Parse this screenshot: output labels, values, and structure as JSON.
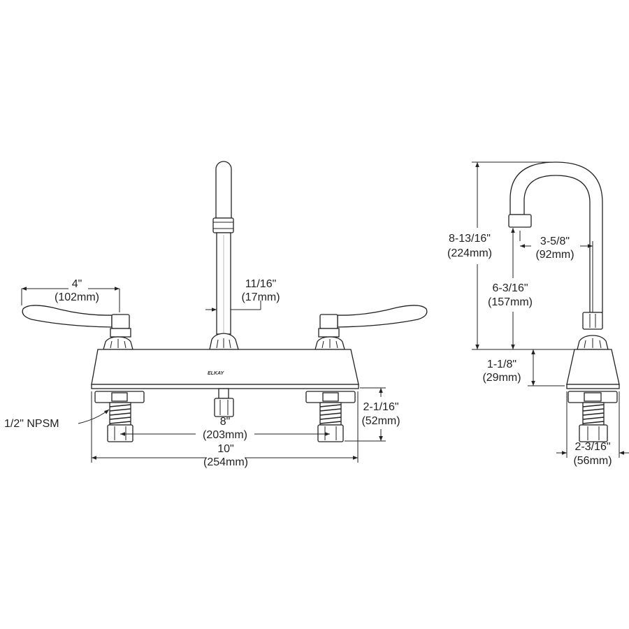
{
  "front_view": {
    "brand": "ELKAY",
    "dims": {
      "handle_width": {
        "in": "4\"",
        "mm": "(102mm)"
      },
      "spout_dia": {
        "in": "11/16\"",
        "mm": "(17mm)"
      },
      "shank_height": {
        "in": "2-1/16\"",
        "mm": "(52mm)"
      },
      "centers": {
        "in": "8\"",
        "mm": "(203mm)"
      },
      "overall_width": {
        "in": "10\"",
        "mm": "(254mm)"
      }
    },
    "callout": "1/2\" NPSM"
  },
  "side_view": {
    "dims": {
      "total_height": {
        "in": "8-13/16\"",
        "mm": "(224mm)"
      },
      "spout_reach": {
        "in": "3-5/8\"",
        "mm": "(92mm)"
      },
      "outlet_height": {
        "in": "6-3/16\"",
        "mm": "(157mm)"
      },
      "body_height": {
        "in": "1-1/8\"",
        "mm": "(29mm)"
      },
      "base_depth": {
        "in": "2-3/16\"",
        "mm": "(56mm)"
      }
    }
  }
}
